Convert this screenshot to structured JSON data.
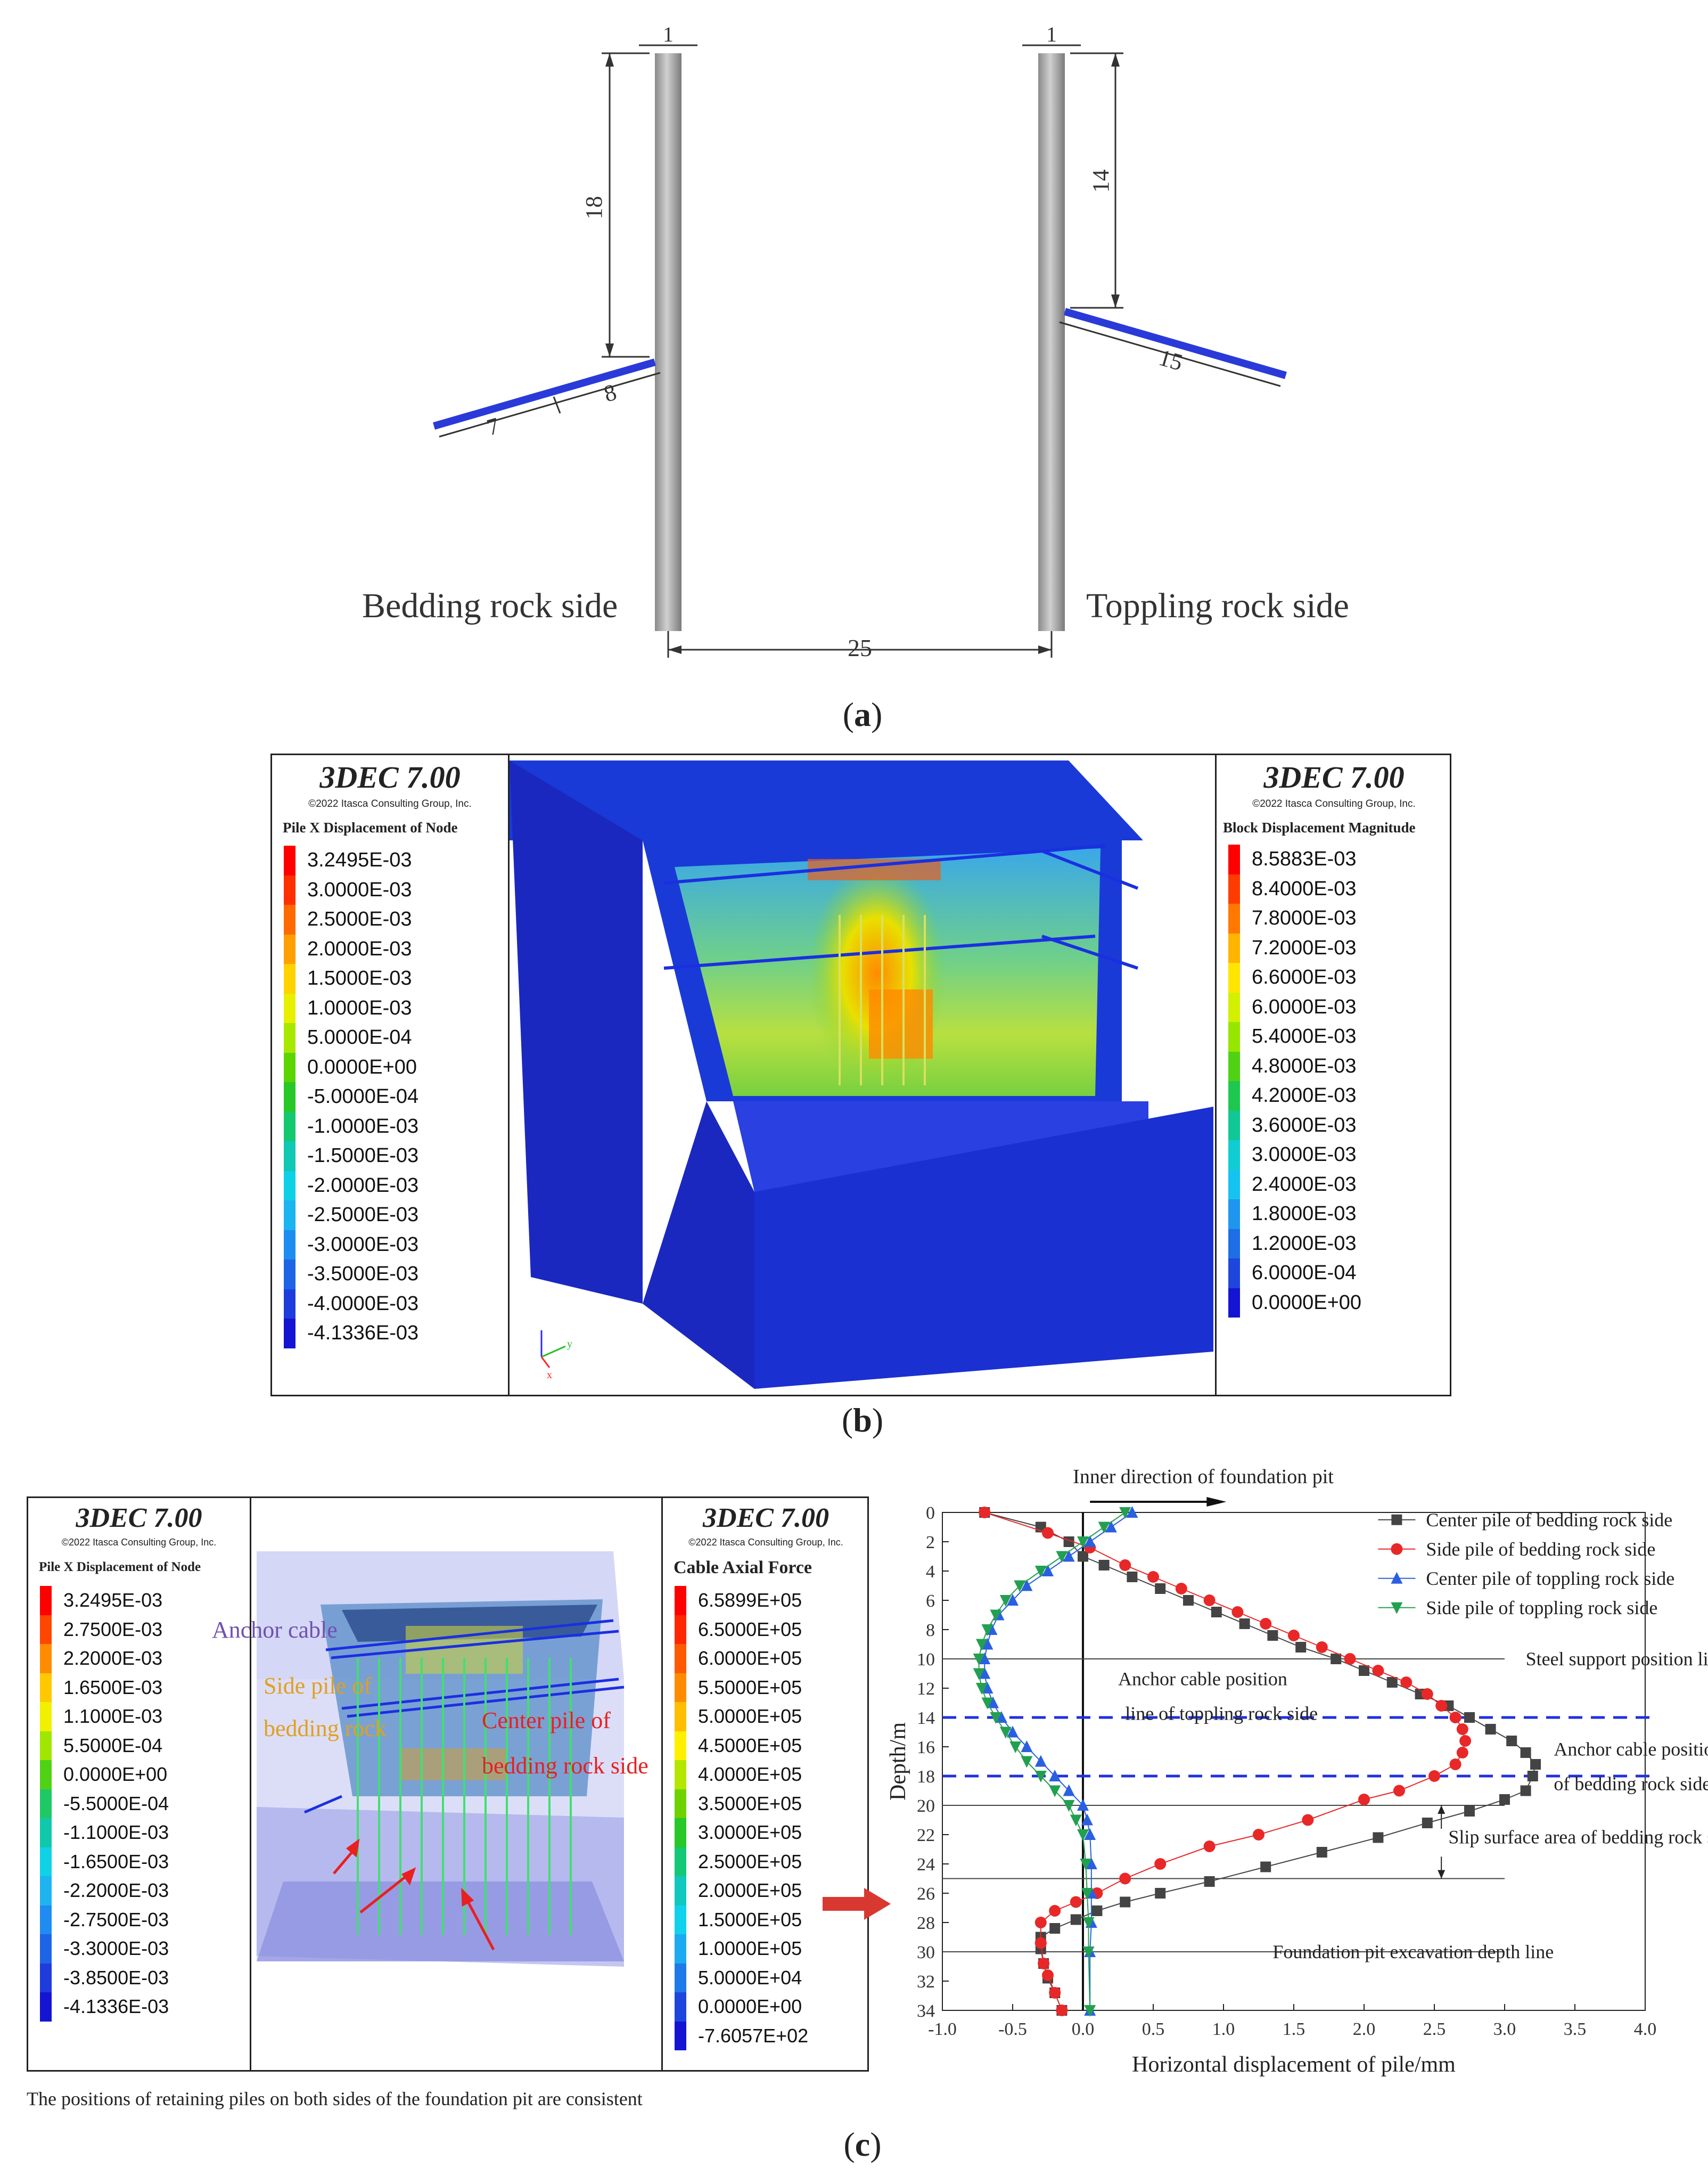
{
  "panel_a": {
    "letter": "a",
    "bedding_label": "Bedding rock side",
    "toppling_label": "Toppling rock side",
    "dims": {
      "pile_width_left": "1",
      "pile_width_right": "1",
      "left_depth": "18",
      "right_depth": "14",
      "left_cable_outer": "7",
      "left_cable_inner": "8",
      "right_cable": "15",
      "spacing": "25"
    }
  },
  "panel_b": {
    "letter": "b",
    "left_legend": {
      "title": "3DEC 7.00",
      "copyright": "©2022 Itasca Consulting Group, Inc.",
      "label": "Pile X Displacement of Node",
      "values": [
        "3.2495E-03",
        "3.0000E-03",
        "2.5000E-03",
        "2.0000E-03",
        "1.5000E-03",
        "1.0000E-03",
        "5.0000E-04",
        "0.0000E+00",
        "-5.0000E-04",
        "-1.0000E-03",
        "-1.5000E-03",
        "-2.0000E-03",
        "-2.5000E-03",
        "-3.0000E-03",
        "-3.5000E-03",
        "-4.0000E-03",
        "-4.1336E-03"
      ],
      "colors": [
        "#ff0000",
        "#ff3000",
        "#ff6a00",
        "#ffa000",
        "#ffd200",
        "#e6f000",
        "#a8e800",
        "#5cd400",
        "#28c828",
        "#14c870",
        "#10c8b4",
        "#10d0e6",
        "#1ab4f0",
        "#1e8cf0",
        "#1e64e6",
        "#1e3cdc",
        "#1414d2"
      ]
    },
    "right_legend": {
      "title": "3DEC 7.00",
      "copyright": "©2022 Itasca Consulting Group, Inc.",
      "label": "Block  Displacement Magnitude",
      "values": [
        "8.5883E-03",
        "8.4000E-03",
        "7.8000E-03",
        "7.2000E-03",
        "6.6000E-03",
        "6.0000E-03",
        "5.4000E-03",
        "4.8000E-03",
        "4.2000E-03",
        "3.6000E-03",
        "3.0000E-03",
        "2.4000E-03",
        "1.8000E-03",
        "1.2000E-03",
        "6.0000E-04",
        "0.0000E+00"
      ],
      "colors": [
        "#ff0000",
        "#ff3c00",
        "#ff7800",
        "#ffb400",
        "#ffe600",
        "#d2f000",
        "#96e600",
        "#50d214",
        "#1ec850",
        "#10c896",
        "#10cdd2",
        "#14c3f0",
        "#1e96f0",
        "#1e6ee6",
        "#1e46dc",
        "#1414d2"
      ]
    },
    "axis_labels": {
      "y": "y",
      "x": "x"
    }
  },
  "panel_c": {
    "letter": "c",
    "left_legend": {
      "title": "3DEC 7.00",
      "copyright": "©2022 Itasca Consulting Group, Inc.",
      "label": "Pile X Displacement of Node",
      "values": [
        "3.2495E-03",
        "2.7500E-03",
        "2.2000E-03",
        "1.6500E-03",
        "1.1000E-03",
        "5.5000E-04",
        "0.0000E+00",
        "-5.5000E-04",
        "-1.1000E-03",
        "-1.6500E-03",
        "-2.2000E-03",
        "-2.7500E-03",
        "-3.3000E-03",
        "-3.8500E-03",
        "-4.1336E-03"
      ],
      "colors": [
        "#ff0000",
        "#ff4600",
        "#ff8c00",
        "#ffc800",
        "#f0f000",
        "#a0e600",
        "#50d214",
        "#1ec864",
        "#10c8aa",
        "#10d2e6",
        "#1eb4f0",
        "#1e8cf0",
        "#1e64e6",
        "#1e3cdc",
        "#1414d2"
      ]
    },
    "right_legend": {
      "title": "3DEC 7.00",
      "copyright": "©2022 Itasca Consulting Group, Inc.",
      "label": "Cable Axial Force",
      "values": [
        "6.5899E+05",
        "6.5000E+05",
        "6.0000E+05",
        "5.5000E+05",
        "5.0000E+05",
        "4.5000E+05",
        "4.0000E+05",
        "3.5000E+05",
        "3.0000E+05",
        "2.5000E+05",
        "2.0000E+05",
        "1.5000E+05",
        "1.0000E+05",
        "5.0000E+04",
        "0.0000E+00",
        "-7.6057E+02"
      ],
      "colors": [
        "#ff0000",
        "#ff2800",
        "#ff5a00",
        "#ff8c00",
        "#ffbe00",
        "#fff000",
        "#b4e600",
        "#6ed200",
        "#28c828",
        "#14c878",
        "#10c8be",
        "#10d2ec",
        "#1eaaf0",
        "#1e7ae8",
        "#1e46dc",
        "#1414d2"
      ]
    },
    "annotations": {
      "anchor_cable": "Anchor cable",
      "side_pile_line1": "Side pile of",
      "side_pile_line2": "bedding rock",
      "center_pile_line1": "Center pile of",
      "center_pile_line2": "bedding rock side"
    },
    "caption": "The positions of retaining piles on both sides of the foundation pit are consistent"
  },
  "chart_data": {
    "type": "line",
    "title": "Inner direction of foundation pit",
    "xlabel": "Horizontal displacement of pile/mm",
    "ylabel": "Depth/m",
    "xlim": [
      -1.0,
      4.0
    ],
    "ylim": [
      0,
      34
    ],
    "y_inverted": true,
    "xticks": [
      "-1.0",
      "-0.5",
      "0.0",
      "0.5",
      "1.0",
      "1.5",
      "2.0",
      "2.5",
      "3.0",
      "3.5",
      "4.0"
    ],
    "yticks": [
      "0",
      "2",
      "4",
      "6",
      "8",
      "10",
      "12",
      "14",
      "16",
      "18",
      "20",
      "22",
      "24",
      "26",
      "28",
      "30",
      "32",
      "34"
    ],
    "legend_position": "top-right",
    "series": [
      {
        "name": "Center pile of bedding rock side",
        "color": "#444444",
        "marker": "square",
        "x": [
          -0.7,
          -0.3,
          -0.1,
          0.0,
          0.15,
          0.35,
          0.55,
          0.75,
          0.95,
          1.15,
          1.35,
          1.55,
          1.8,
          2.0,
          2.2,
          2.4,
          2.6,
          2.75,
          2.9,
          3.05,
          3.15,
          3.22,
          3.2,
          3.15,
          3.0,
          2.75,
          2.45,
          2.1,
          1.7,
          1.3,
          0.9,
          0.55,
          0.3,
          0.1,
          -0.05,
          -0.2,
          -0.3,
          -0.3,
          -0.28,
          -0.25,
          -0.2,
          -0.15
        ],
        "y": [
          0,
          1,
          2,
          3,
          3.6,
          4.4,
          5.2,
          6.0,
          6.8,
          7.6,
          8.4,
          9.2,
          10,
          10.8,
          11.6,
          12.4,
          13.2,
          14,
          14.8,
          15.6,
          16.4,
          17.2,
          18,
          19,
          19.6,
          20.4,
          21.2,
          22.2,
          23.2,
          24.2,
          25.2,
          26,
          26.6,
          27.2,
          27.8,
          28.4,
          29,
          29.8,
          30.8,
          31.8,
          32.8,
          34
        ],
        "mode": "line-only"
      },
      {
        "name": "Side pile of bedding rock side",
        "color": "#e82828",
        "marker": "circle",
        "x": [
          -0.7,
          -0.25,
          0.05,
          0.3,
          0.5,
          0.7,
          0.9,
          1.1,
          1.3,
          1.5,
          1.7,
          1.9,
          2.1,
          2.3,
          2.45,
          2.55,
          2.65,
          2.7,
          2.72,
          2.7,
          2.65,
          2.5,
          2.25,
          2.0,
          1.6,
          1.25,
          0.9,
          0.55,
          0.3,
          0.1,
          -0.05,
          -0.2,
          -0.3,
          -0.3,
          -0.28,
          -0.25,
          -0.2,
          -0.15
        ],
        "y": [
          0,
          1.4,
          2.4,
          3.6,
          4.4,
          5.2,
          6.0,
          6.8,
          7.6,
          8.4,
          9.2,
          10,
          10.8,
          11.6,
          12.4,
          13.2,
          14,
          14.8,
          15.6,
          16.4,
          17.2,
          18,
          19,
          19.6,
          21,
          22,
          22.8,
          24,
          25,
          26,
          26.6,
          27.2,
          28,
          29.4,
          30.8,
          31.6,
          32.8,
          34
        ],
        "mode": "line-only"
      },
      {
        "name": "Center pile of toppling rock side",
        "color": "#2a60e0",
        "marker": "triangle-up",
        "x": [
          0.35,
          0.2,
          0.05,
          -0.1,
          -0.25,
          -0.4,
          -0.5,
          -0.6,
          -0.65,
          -0.68,
          -0.7,
          -0.7,
          -0.68,
          -0.64,
          -0.58,
          -0.5,
          -0.4,
          -0.3,
          -0.2,
          -0.1,
          0.0,
          0.03,
          0.05,
          0.06,
          0.06,
          0.06,
          0.05,
          0.05
        ],
        "y": [
          0,
          1,
          2,
          3,
          4,
          5,
          6,
          7,
          8,
          9,
          10,
          11,
          12,
          13,
          14,
          15,
          16,
          17,
          18,
          19,
          20,
          21,
          22,
          24,
          26,
          28,
          30,
          34
        ],
        "mode": "line-only"
      },
      {
        "name": "Side pile of toppling rock side",
        "color": "#22a050",
        "marker": "triangle-down",
        "x": [
          0.3,
          0.15,
          0.0,
          -0.15,
          -0.3,
          -0.45,
          -0.55,
          -0.62,
          -0.68,
          -0.72,
          -0.74,
          -0.74,
          -0.72,
          -0.68,
          -0.62,
          -0.55,
          -0.48,
          -0.4,
          -0.3,
          -0.2,
          -0.1,
          -0.05,
          0.0,
          0.02,
          0.03,
          0.04,
          0.04,
          0.05
        ],
        "y": [
          0,
          1,
          2,
          3,
          4,
          5,
          6,
          7,
          8,
          9,
          10,
          11,
          12,
          13,
          14,
          15,
          16,
          17,
          18,
          19,
          20,
          21,
          22,
          24,
          26,
          28,
          30,
          34
        ],
        "mode": "line-only"
      }
    ],
    "reference_lines": [
      {
        "y": 10,
        "label": "Steel support position line",
        "style": "solid"
      },
      {
        "y": 14,
        "label": "Anchor cable position line of toppling rock side",
        "style": "dashed"
      },
      {
        "y": 18,
        "label": "Anchor cable position line of bedding rock side",
        "style": "dashed"
      },
      {
        "y": 20,
        "label": "",
        "style": "solid"
      },
      {
        "y": 25,
        "label": "",
        "style": "solid"
      },
      {
        "y": 30,
        "label": "Foundation pit excavation depth line",
        "style": "solid"
      }
    ],
    "annotations": {
      "toppling_line1": "Anchor cable position",
      "toppling_line2": "line of toppling rock side",
      "bedding_line1": "Anchor cable position line",
      "bedding_line2": "of bedding rock side",
      "slip": "Slip surface area of bedding rock side"
    }
  }
}
